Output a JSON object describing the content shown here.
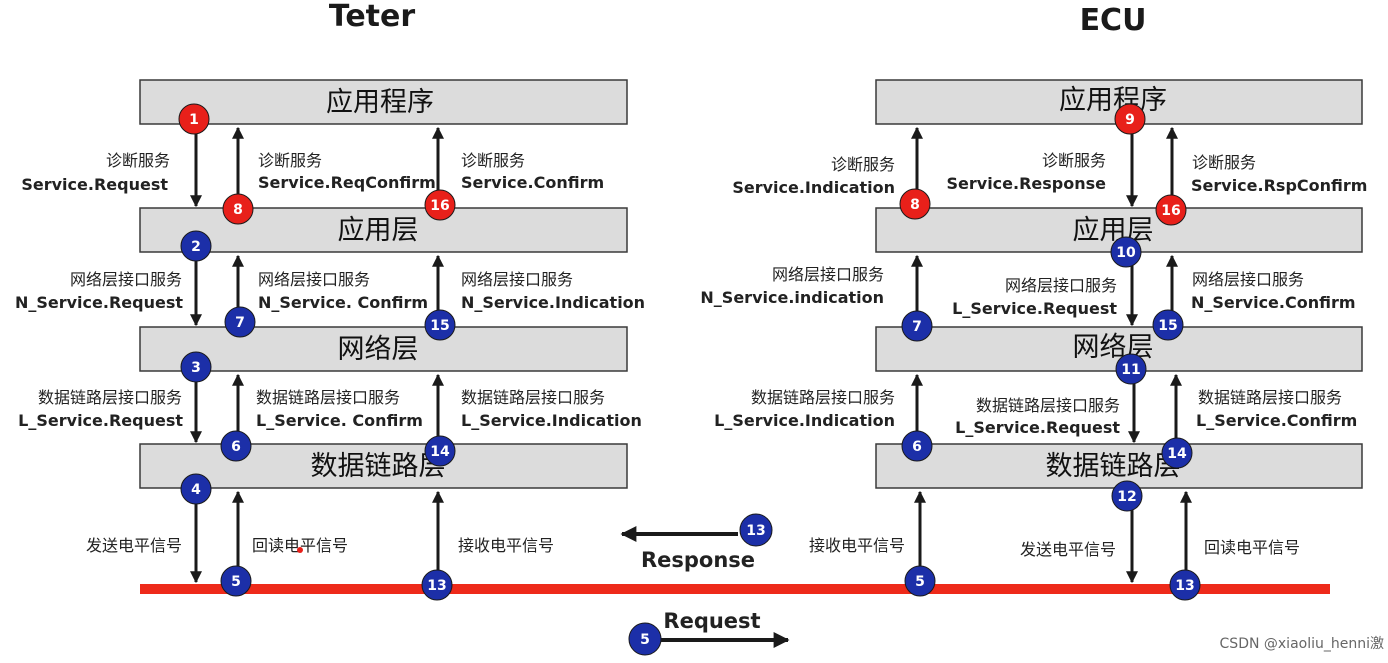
{
  "titles": {
    "tester": "Teter",
    "ecu": "ECU"
  },
  "layers": {
    "app_program": "应用程序",
    "app_layer": "应用层",
    "net_layer": "网络层",
    "dll_layer": "数据链路层"
  },
  "tester_labels": {
    "diag_req_cn": "诊断服务",
    "diag_req_en": "Service.Request",
    "diag_reqconf_cn": "诊断服务",
    "diag_reqconf_en": "Service.ReqConfirm",
    "diag_conf_cn": "诊断服务",
    "diag_conf_en": "Service.Confirm",
    "n_req_cn": "网络层接口服务",
    "n_req_en": "N_Service.Request",
    "n_conf_cn": "网络层接口服务",
    "n_conf_en": "N_Service. Confirm",
    "n_ind_cn": "网络层接口服务",
    "n_ind_en": "N_Service.Indication",
    "l_req_cn": "数据链路层接口服务",
    "l_req_en": "L_Service.Request",
    "l_conf_cn": "数据链路层接口服务",
    "l_conf_en": "L_Service. Confirm",
    "l_ind_cn": "数据链路层接口服务",
    "l_ind_en": "L_Service.Indication",
    "send_sig": "发送电平信号",
    "readback_sig": "回读电平信号",
    "recv_sig": "接收电平信号"
  },
  "ecu_labels": {
    "diag_ind_cn": "诊断服务",
    "diag_ind_en": "Service.Indication",
    "diag_resp_cn": "诊断服务",
    "diag_resp_en": "Service.Response",
    "diag_rspconf_cn": "诊断服务",
    "diag_rspconf_en": "Service.RspConfirm",
    "n_ind_cn": "网络层接口服务",
    "n_ind_en": "N_Service.indication",
    "l_req_mid_cn": "网络层接口服务",
    "l_req_mid_en": "L_Service.Request",
    "n_conf_cn": "网络层接口服务",
    "n_conf_en": "N_Service.Confirm",
    "l_ind_cn": "数据链路层接口服务",
    "l_ind_en": "L_Service.Indication",
    "l_req_cn": "数据链路层接口服务",
    "l_req_en": "L_Service.Request",
    "l_conf_cn": "数据链路层接口服务",
    "l_conf_en": "L_Service.Confirm",
    "recv_sig": "接收电平信号",
    "send_sig": "发送电平信号",
    "readback_sig": "回读电平信号"
  },
  "messages": {
    "response": "Response",
    "request": "Request"
  },
  "steps": {
    "s1": "1",
    "s2": "2",
    "s3": "3",
    "s4": "4",
    "s5": "5",
    "s6": "6",
    "s7": "7",
    "s8": "8",
    "s9": "9",
    "s10": "10",
    "s11": "11",
    "s12": "12",
    "s13": "13",
    "s14": "14",
    "s15": "15",
    "s16": "16"
  },
  "watermark": "CSDN @xiaoliu_henni激",
  "colors": {
    "red_step": "#e8201a",
    "blue_step": "#1c2fa8",
    "bus_line": "#ee2a1a",
    "layer_fill": "#dcdcdc"
  }
}
